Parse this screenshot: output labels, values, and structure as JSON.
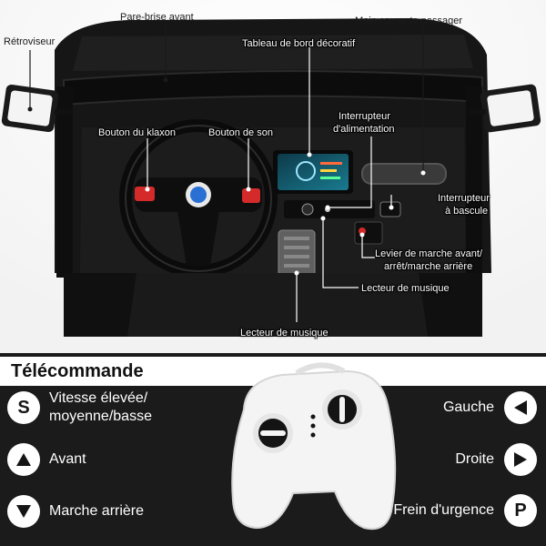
{
  "callouts": {
    "windshield": "Pare-brise avant",
    "passenger_handle": "Main courante passager",
    "mirror": "Rétroviseur",
    "dashboard": "Tableau de bord décoratif",
    "power_switch_line1": "Interrupteur",
    "power_switch_line2": "d'alimentation",
    "horn_button": "Bouton du klaxon",
    "sound_button": "Bouton de son",
    "rocker_switch_line1": "Interrupteur",
    "rocker_switch_line2": "à bascule",
    "gear_lever_line1": "Levier de marche avant/",
    "gear_lever_line2": "arrêt/marche arrière",
    "music_player_right": "Lecteur de musique",
    "music_player_bottom": "Lecteur de musique"
  },
  "remote": {
    "title": "Télécommande",
    "speed_letter": "S",
    "speed_line1": "Vitesse élevée/",
    "speed_line2": "moyenne/basse",
    "forward": "Avant",
    "reverse": "Marche arrière",
    "left": "Gauche",
    "right": "Droite",
    "brake_letter": "P",
    "brake": "Frein d'urgence"
  },
  "colors": {
    "panel_bg": "#1b1b1b",
    "car_body": "#151515",
    "button_red": "#d42a2a",
    "accent_white": "#ffffff"
  }
}
